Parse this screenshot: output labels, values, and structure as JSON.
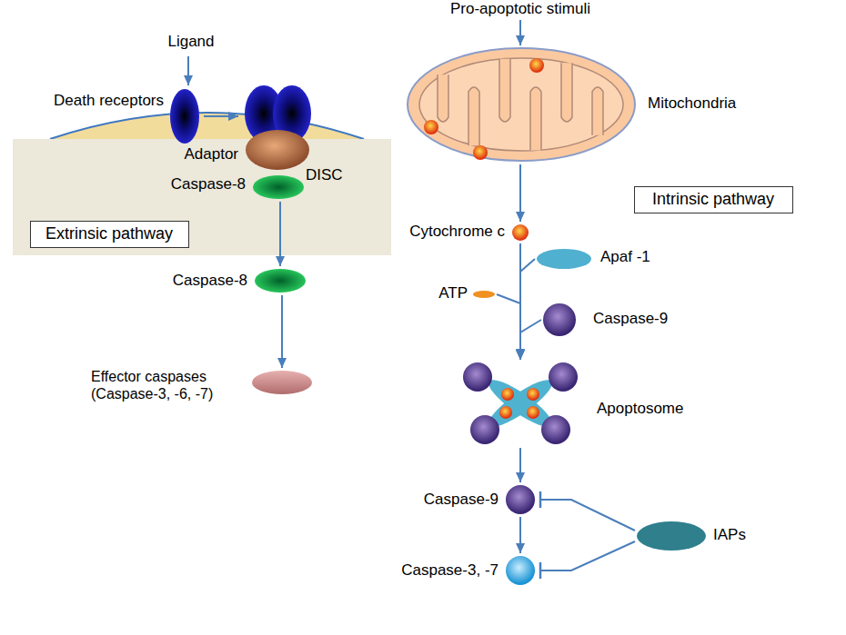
{
  "diagram": {
    "nodes": [
      {
        "text": [
          "DISC"
        ]
      },
      {
        "text": [
          "Extrinsic pathway"
        ],
        "in": 0
      },
      {
        "text": [
          "Death receptors"
        ]
      },
      {
        "text": [
          "Adaptor"
        ],
        "in": 0
      },
      {
        "text": [
          "Caspase-8"
        ],
        "in": 0
      },
      {
        "text": [
          "Caspase-8"
        ]
      },
      {
        "text": [
          "Effector caspases (Caspase-3, -6, -7)"
        ]
      },
      {
        "text": [
          "Mitochondria"
        ]
      },
      {
        "text": [
          "Intrinsic pathway"
        ]
      },
      {
        "text": [
          "Cytochrome c"
        ]
      },
      {
        "text": [
          "Apaf -1"
        ]
      },
      {
        "text": [
          "ATP"
        ]
      },
      {
        "text": [
          "Caspase-9"
        ]
      },
      {
        "text": [
          "Apoptosome"
        ]
      },
      {
        "text": [
          "Caspase-9"
        ]
      },
      {
        "text": [
          "Caspase-3, -7"
        ]
      },
      {
        "text": [
          "IAPs"
        ]
      }
    ],
    "edges": [
      {
        "from": 4,
        "to": 5,
        "arrow": "to"
      },
      {
        "from": 5,
        "to": 6,
        "arrow": "to"
      },
      {
        "from": 7,
        "to": 9,
        "arrow": "to"
      },
      {
        "from": 9,
        "to": 13,
        "arrow": "to"
      },
      {
        "from": 10,
        "to": 13,
        "arrow": "to"
      },
      {
        "from": 11,
        "to": 13,
        "arrow": "to"
      },
      {
        "from": 12,
        "to": 13,
        "arrow": "to"
      },
      {
        "from": 13,
        "to": 14,
        "arrow": "to"
      },
      {
        "from": 14,
        "to": 15,
        "arrow": "to"
      },
      {
        "from": 16,
        "to": 14,
        "arrow": "to"
      },
      {
        "from": 16,
        "to": 15,
        "arrow": "to"
      }
    ],
    "labels": [
      "Ligand",
      "Pro-apoptotic stimuli"
    ]
  }
}
